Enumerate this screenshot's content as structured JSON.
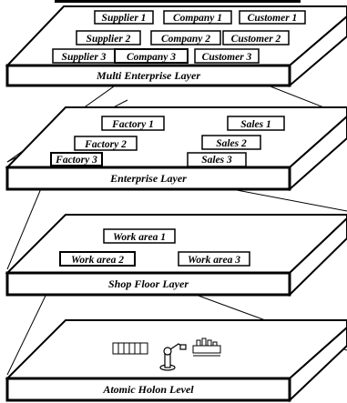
{
  "layers": {
    "multi_enterprise": {
      "title": "Multi Enterprise Layer",
      "row1": [
        "Supplier 1",
        "Company 1",
        "Customer 1"
      ],
      "row2": [
        "Supplier 2",
        "Company 2",
        "Customer 2"
      ],
      "row3": [
        "Supplier 3",
        "Company 3",
        "Customer 3"
      ]
    },
    "enterprise": {
      "title": "Enterprise Layer",
      "factories": [
        "Factory 1",
        "Factory 2",
        "Factory 3"
      ],
      "sales": [
        "Sales 1",
        "Sales 2",
        "Sales 3"
      ]
    },
    "shop_floor": {
      "title": "Shop Floor Layer",
      "work_areas": [
        "Work area 1",
        "Work area 2",
        "Work area 3"
      ]
    },
    "atomic": {
      "title": "Atomic Holon Level",
      "icons": [
        "conveyor-icon",
        "robot-arm-icon",
        "machine-tool-icon"
      ]
    }
  }
}
